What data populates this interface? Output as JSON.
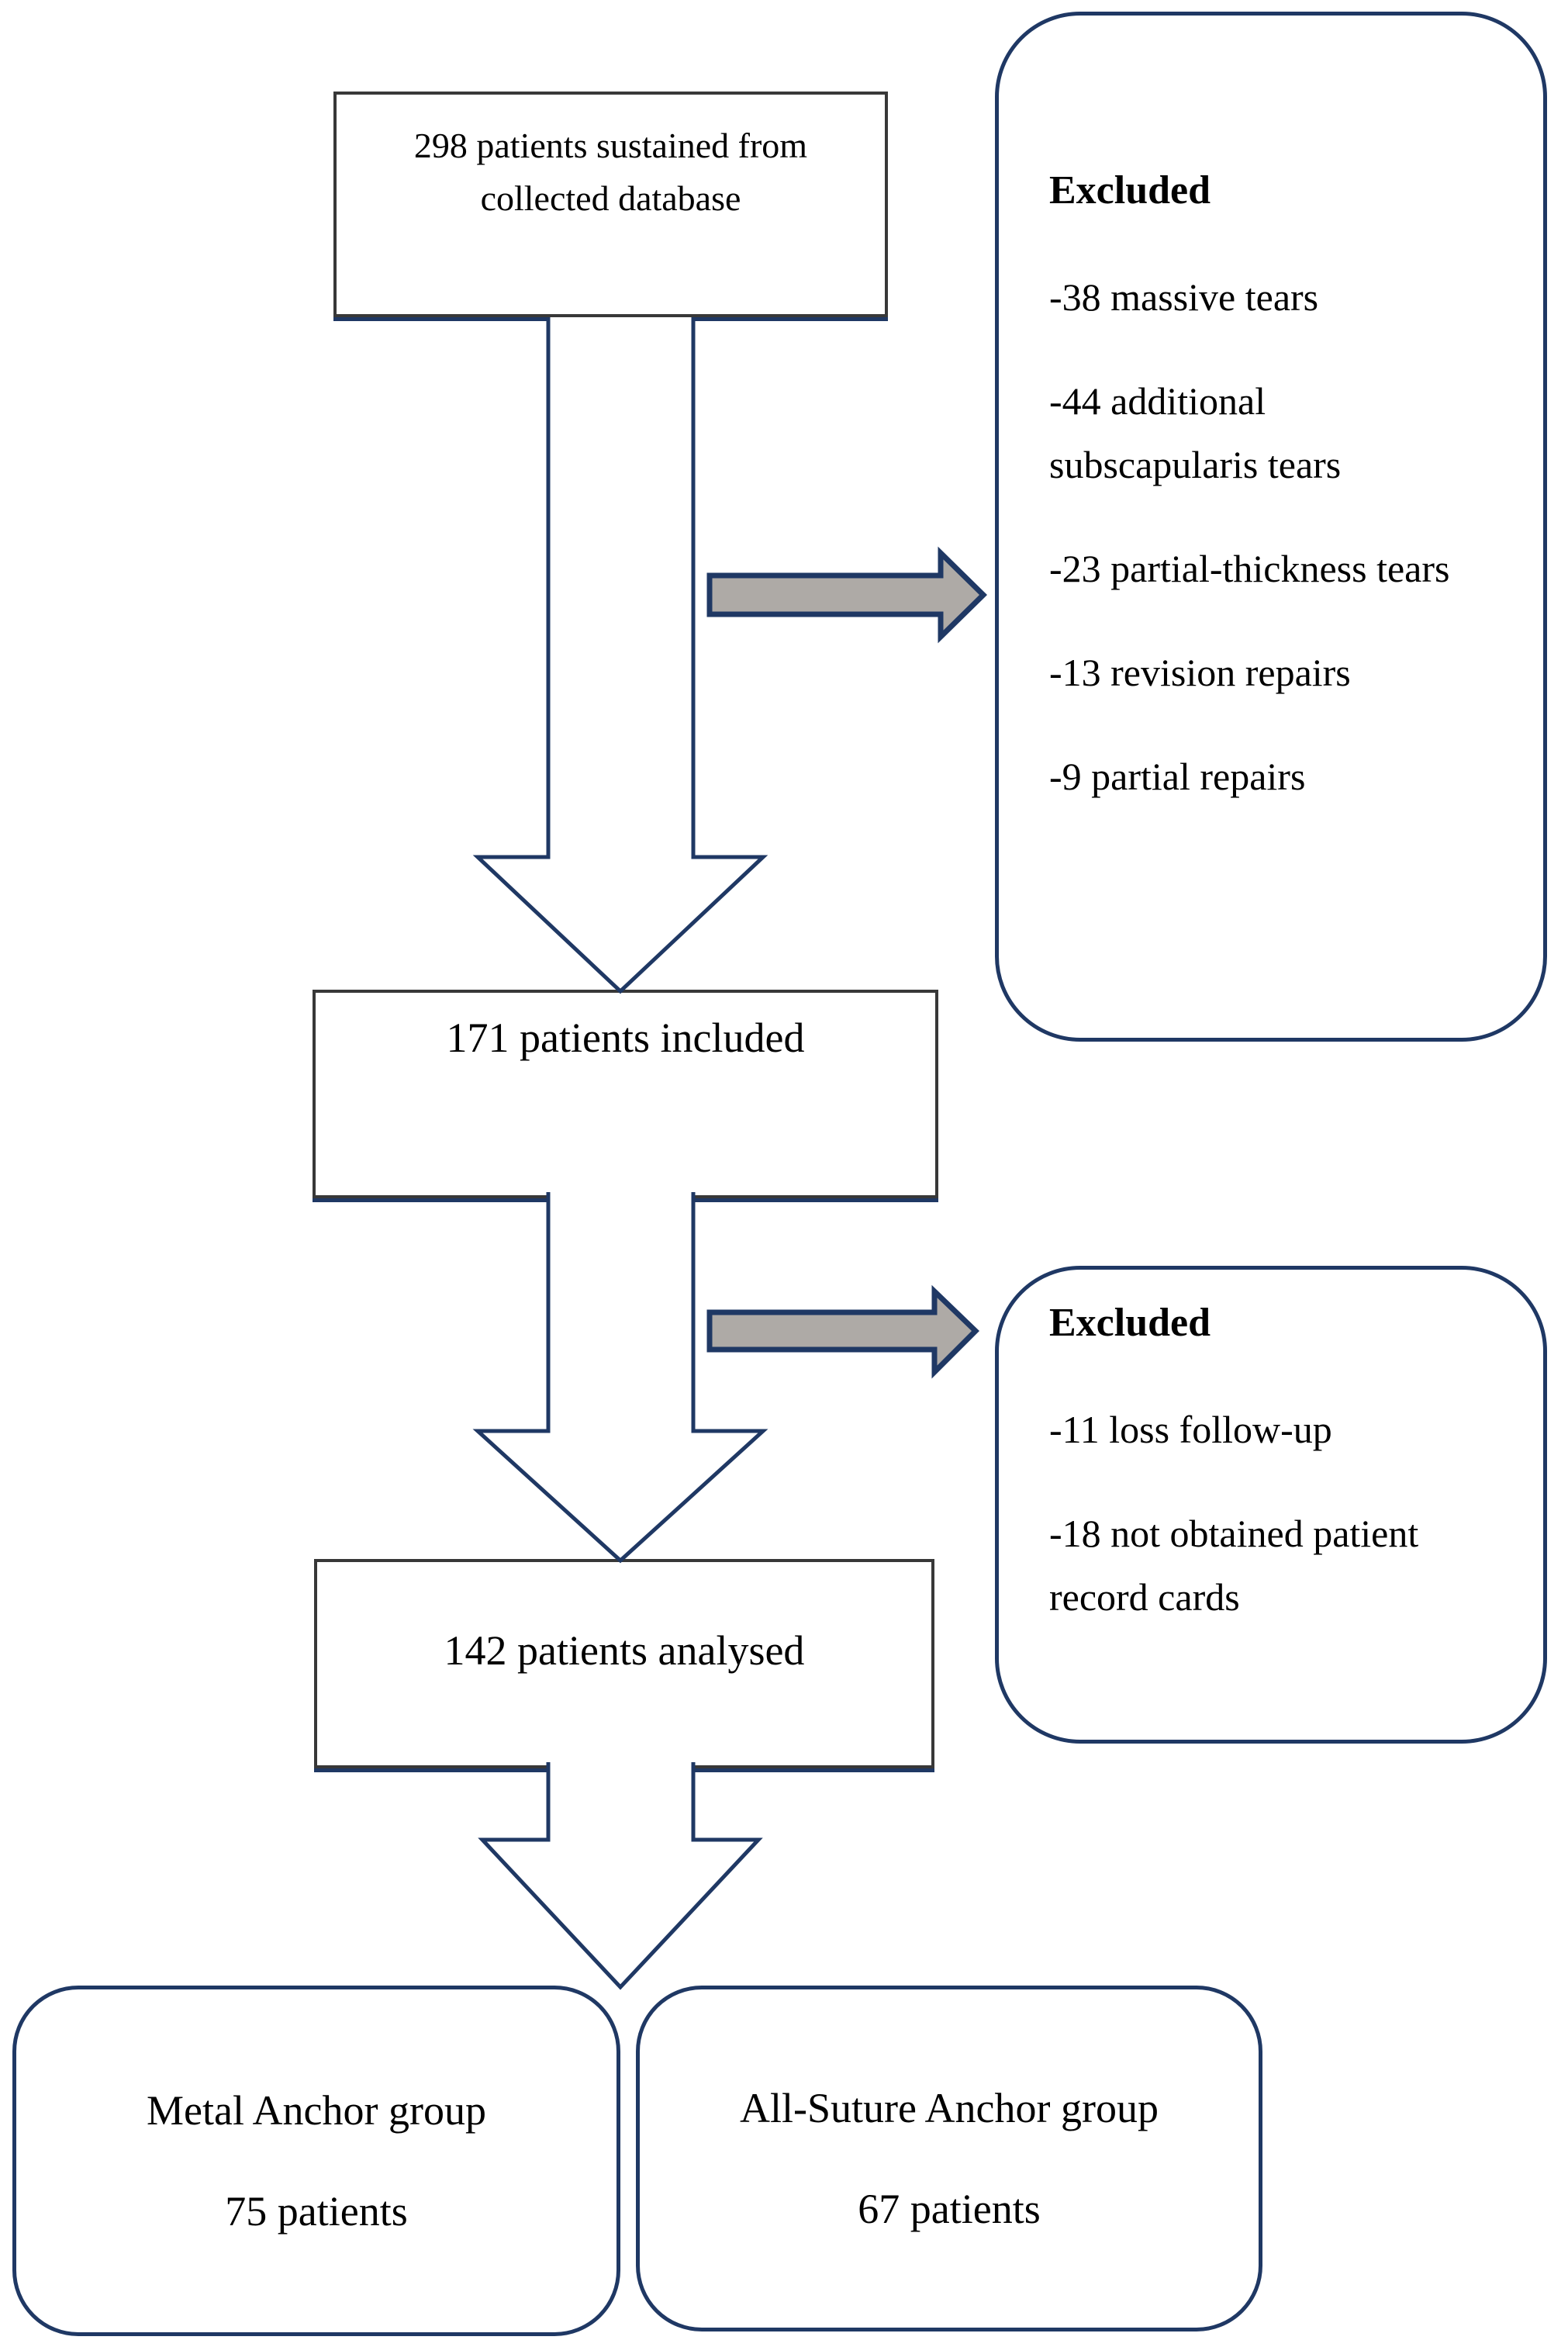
{
  "flow": {
    "top_box": {
      "lines": [
        "298 patients sustained from",
        "collected database"
      ]
    },
    "included_box": {
      "text": "171 patients included"
    },
    "analysed_box": {
      "text": "142 patients analysed"
    },
    "excluded_box_1": {
      "title": "Excluded",
      "items": [
        "-38 massive tears",
        "-44 additional subscapularis tears",
        "-23 partial-thickness tears",
        "-13 revision repairs",
        "-9 partial repairs"
      ]
    },
    "excluded_box_2": {
      "title": "Excluded",
      "items": [
        "-11 loss follow-up",
        "-18 not obtained patient record cards"
      ]
    },
    "group_box_left": {
      "lines": [
        "Metal Anchor group",
        "75 patients"
      ]
    },
    "group_box_right": {
      "lines": [
        "All-Suture Anchor group",
        "67 patients"
      ]
    }
  },
  "colors": {
    "border_navy": "#1f3864",
    "box_border_dark": "#383838",
    "arrow_gray": "#aeaaa6",
    "text": "#000000",
    "background": "#ffffff"
  }
}
